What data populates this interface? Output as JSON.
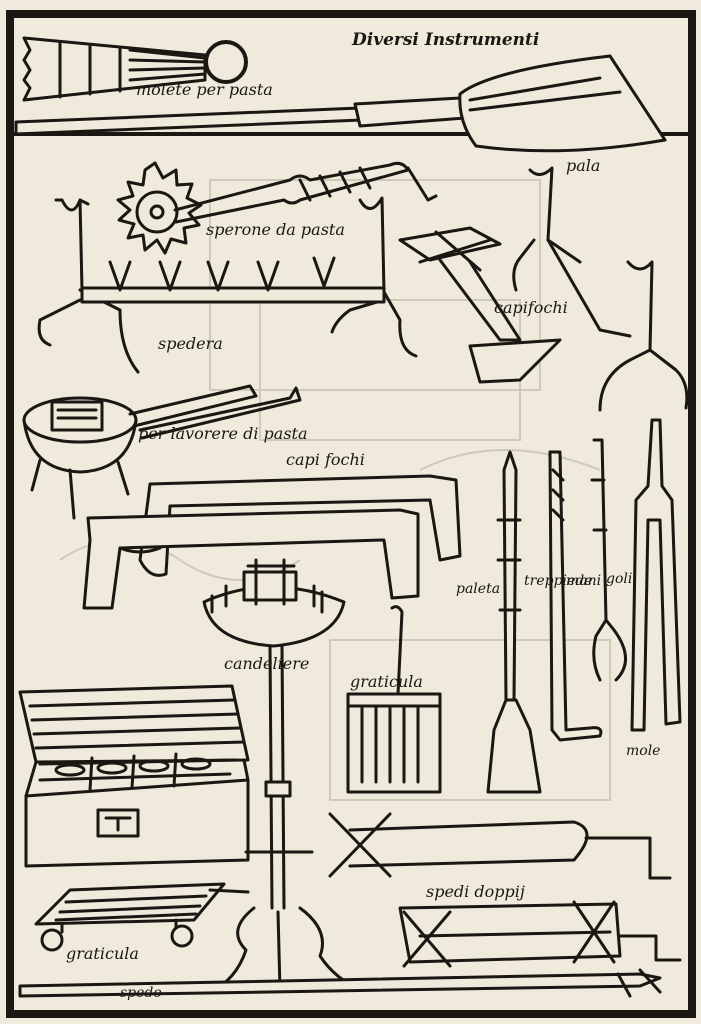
{
  "colors": {
    "paper": "#efeadb",
    "ink": "#1b1712",
    "ghost": "#cfcab8"
  },
  "labels": {
    "title": "Diversi Instrumenti",
    "molette": "molete per pasta",
    "pala": "pala",
    "sperone": "sperone da pasta",
    "spedera": "spedera",
    "capifochi_top": "capifochi",
    "lavorare": "per lavorere di pasta",
    "capifochi_mid": "capi fochi",
    "paleta": "paleta",
    "treppiede": "treppiede",
    "mani": "mani",
    "goli": "goli",
    "mole": "mole",
    "candeliere": "candeliere",
    "graticula_mid": "graticula",
    "spedi_doppi": "spedi doppij",
    "graticula_low": "graticula",
    "spedo": "spedo"
  }
}
